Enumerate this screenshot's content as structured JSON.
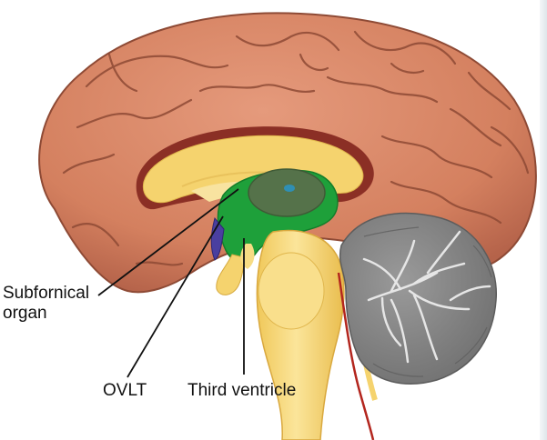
{
  "diagram": {
    "labels": {
      "subfornical_line1": "Subfornical",
      "subfornical_line2": "organ",
      "ovlt": "OVLT",
      "third_ventricle": "Third ventricle"
    },
    "colors": {
      "cortex": "#d8876a",
      "cortex_shade": "#b86a4f",
      "sulcus": "#8e4a35",
      "corpus_callosum": "#f4d36b",
      "brainstem": "#f5d77a",
      "ventricle": "#1ea03a",
      "thalamus": "#5b7a4a",
      "cerebellum_grey": "#8c8c8c",
      "cerebellum_light": "#d9d9d9",
      "organ_purple": "#4a3fa0"
    }
  }
}
